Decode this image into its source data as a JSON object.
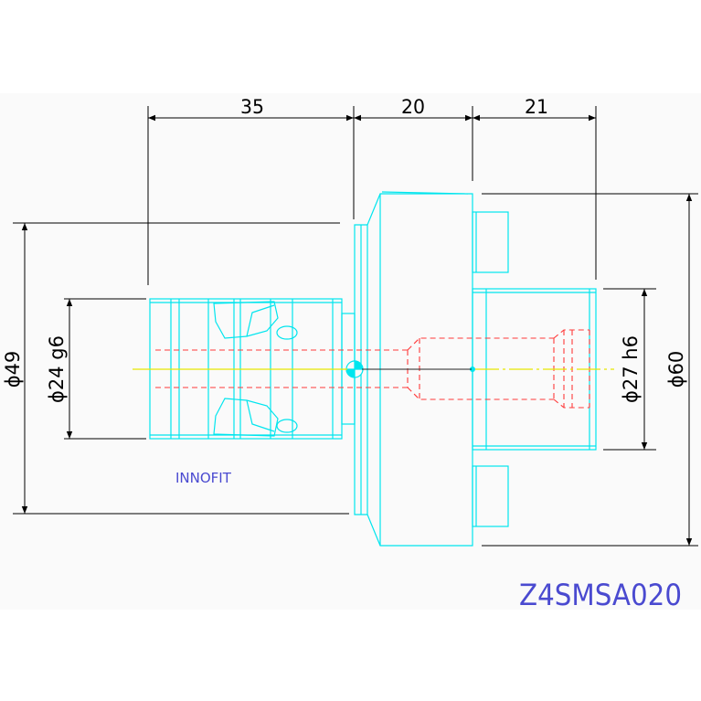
{
  "colors": {
    "outline": "#00e5ee",
    "dimension": "#000000",
    "hidden": "#ff3b3b",
    "centerline": "#e8e800",
    "text_blue": "#4a4ad0",
    "background": "#fafafa"
  },
  "dimensions": {
    "len_a": "35",
    "len_b": "20",
    "len_c": "21",
    "dia_outer": "ϕ49",
    "dia_shank": "ϕ24 g6",
    "dia_bore": "ϕ27 h6",
    "dia_flange": "ϕ60"
  },
  "labels": {
    "brand": "INNOFIT",
    "part_number": "Z4SMSA020"
  }
}
